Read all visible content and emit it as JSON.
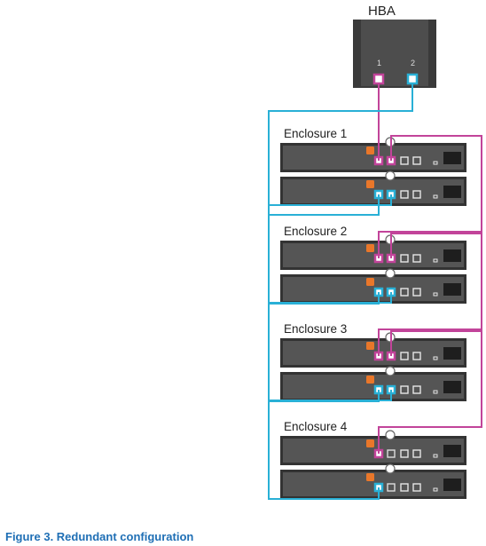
{
  "hba": {
    "label": "HBA",
    "port1": "1",
    "port2": "2"
  },
  "enclosures": [
    {
      "label": "Enclosure 1"
    },
    {
      "label": "Enclosure 2"
    },
    {
      "label": "Enclosure 3"
    },
    {
      "label": "Enclosure 4"
    }
  ],
  "caption": "Figure 3. Redundant configuration",
  "colors": {
    "magenta_cable": "#c2449a",
    "cyan_cable": "#29b0d6",
    "module_dark": "#333333",
    "module_face": "#555555",
    "latch_orange": "#e9772a",
    "caption_blue": "#1f6fb5"
  }
}
